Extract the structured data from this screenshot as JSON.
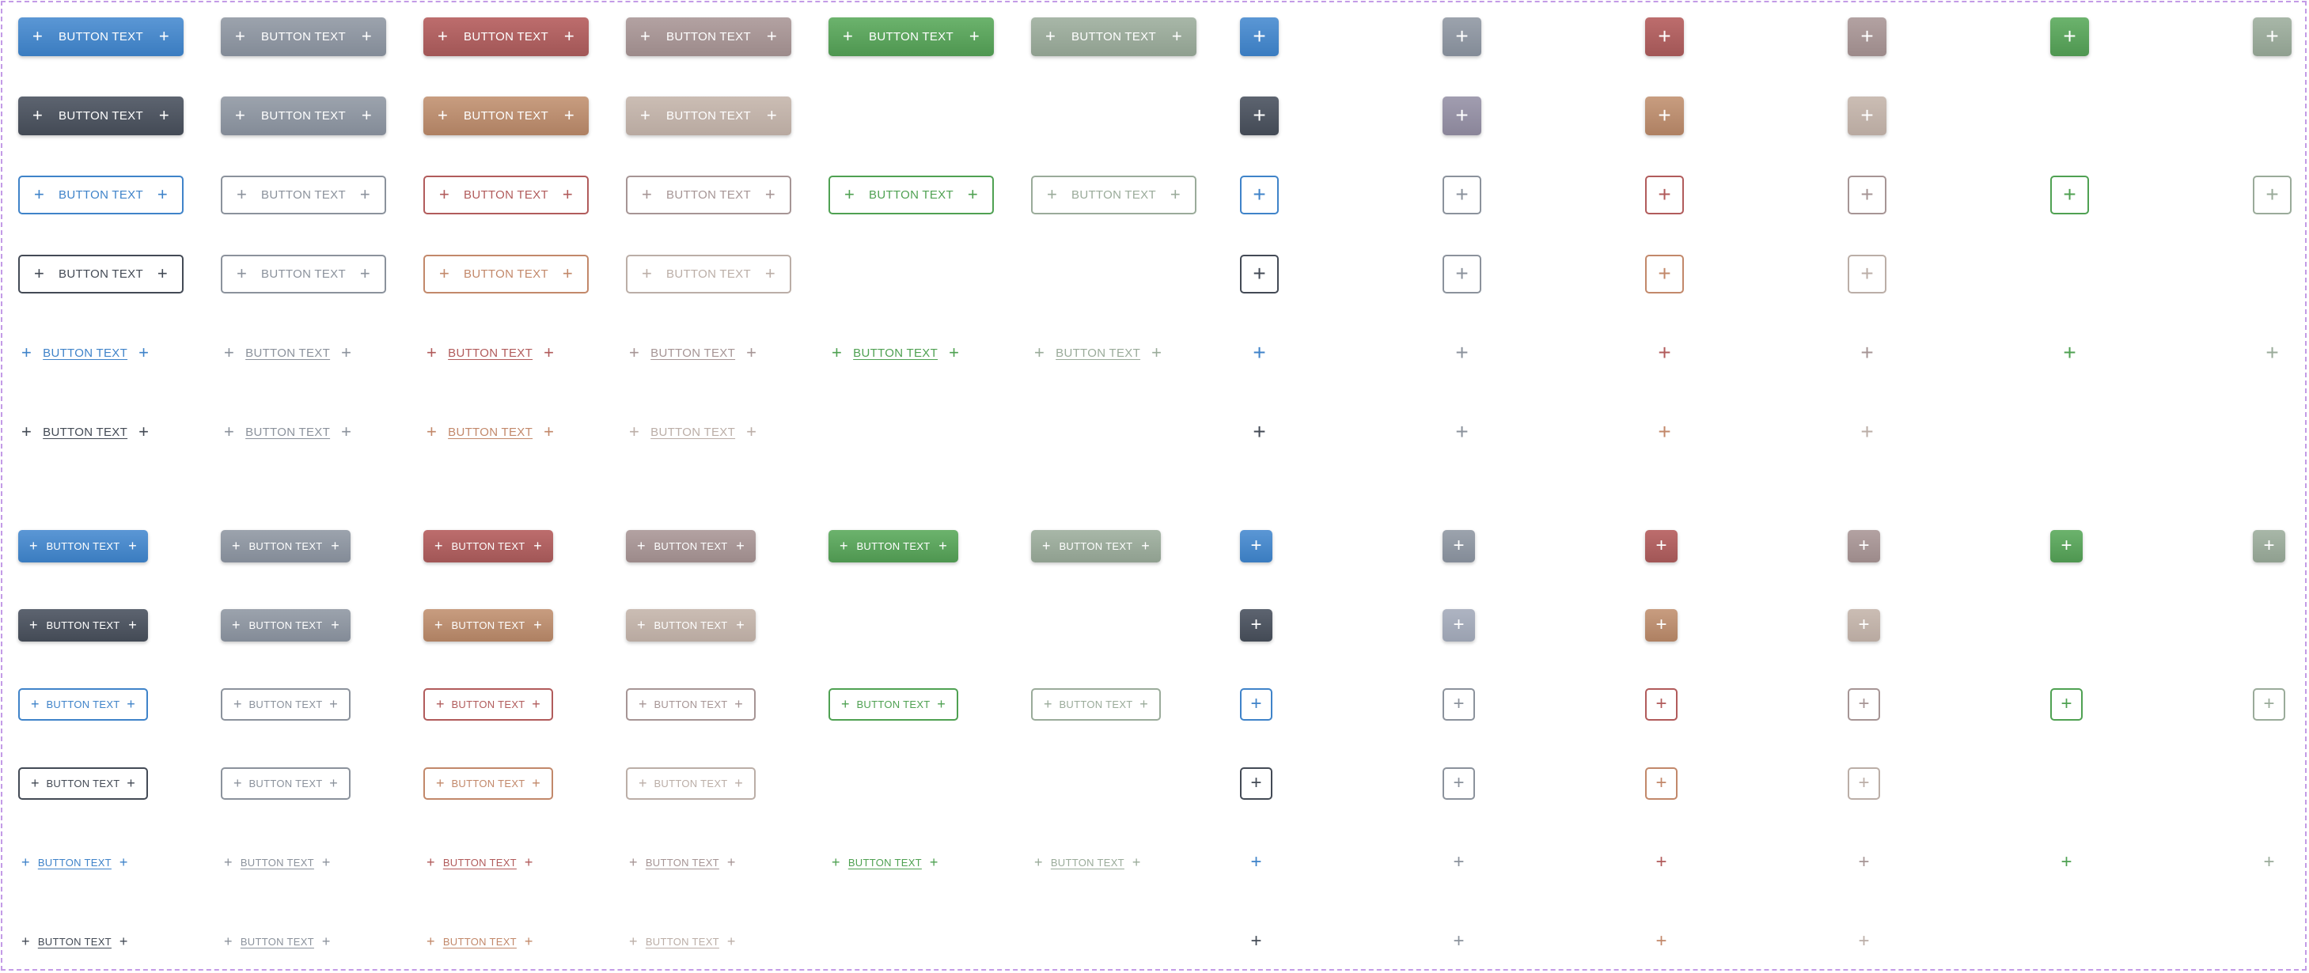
{
  "button_label": "BUTTON TEXT",
  "icon_glyph": "+",
  "icon": "plus-icon",
  "sets": [
    {
      "name": "large",
      "rows": [
        {
          "variant": "filled",
          "colors": [
            "blue",
            "gray",
            "red",
            "mauve",
            "green",
            "sage"
          ],
          "icon_colors": [
            "blue",
            "gray",
            "red",
            "mauve",
            "green",
            "sage"
          ]
        },
        {
          "variant": "filled",
          "colors": [
            "dark",
            "gray",
            "brown",
            "tan"
          ],
          "icon_colors": [
            "dark",
            "slate",
            "brown",
            "tan"
          ]
        },
        {
          "variant": "ghost",
          "colors": [
            "blue",
            "gray",
            "red",
            "mauve",
            "green",
            "sage"
          ],
          "icon_colors": [
            "blue",
            "gray",
            "red",
            "mauve",
            "green",
            "sage"
          ]
        },
        {
          "variant": "ghost",
          "colors": [
            "dark",
            "gray",
            "brown",
            "tan"
          ],
          "icon_colors": [
            "dark",
            "gray",
            "brown",
            "tan"
          ]
        },
        {
          "variant": "link",
          "colors": [
            "blue",
            "gray",
            "red",
            "mauve",
            "green",
            "sage"
          ],
          "icon_colors": [
            "blue",
            "gray",
            "red",
            "mauve",
            "green",
            "sage"
          ]
        },
        {
          "variant": "link",
          "colors": [
            "dark",
            "gray",
            "brown",
            "tan"
          ],
          "icon_colors": [
            "dark",
            "gray",
            "brown",
            "tan"
          ]
        }
      ]
    },
    {
      "name": "small",
      "rows": [
        {
          "variant": "filled",
          "colors": [
            "blue",
            "gray",
            "red",
            "mauve",
            "green",
            "sage"
          ],
          "icon_colors": [
            "blue",
            "gray",
            "red",
            "mauve",
            "green",
            "sage"
          ]
        },
        {
          "variant": "filled",
          "colors": [
            "dark",
            "gray",
            "brown",
            "tan"
          ],
          "icon_colors": [
            "dark",
            "lightgray",
            "brown",
            "tan"
          ]
        },
        {
          "variant": "ghost",
          "colors": [
            "blue",
            "gray",
            "red",
            "mauve",
            "green",
            "sage"
          ],
          "icon_colors": [
            "blue",
            "gray",
            "red",
            "mauve",
            "green",
            "sage"
          ]
        },
        {
          "variant": "ghost",
          "colors": [
            "dark",
            "gray",
            "brown",
            "tan"
          ],
          "icon_colors": [
            "dark",
            "gray",
            "brown",
            "tan"
          ]
        },
        {
          "variant": "link",
          "colors": [
            "blue",
            "gray",
            "red",
            "mauve",
            "green",
            "sage"
          ],
          "icon_colors": [
            "blue",
            "gray",
            "red",
            "mauve",
            "green",
            "sage"
          ]
        },
        {
          "variant": "link",
          "colors": [
            "dark",
            "gray",
            "brown",
            "tan"
          ],
          "icon_colors": [
            "dark",
            "gray",
            "brown",
            "tan"
          ]
        }
      ]
    }
  ],
  "palette": {
    "blue": {
      "top": "#5b97d5",
      "bottom": "#3a7cc0",
      "text": "#3f83c9"
    },
    "gray": {
      "top": "#9ca3ad",
      "bottom": "#838b97",
      "text": "#8b929c"
    },
    "red": {
      "top": "#bd6d6d",
      "bottom": "#a15656",
      "text": "#b15b5b"
    },
    "mauve": {
      "top": "#b3a2a2",
      "bottom": "#9c8a8a",
      "text": "#a69595"
    },
    "green": {
      "top": "#6cb36d",
      "bottom": "#4e9650",
      "text": "#4fa152"
    },
    "sage": {
      "top": "#a8b7a8",
      "bottom": "#8f9f8f",
      "text": "#9aab9a"
    },
    "dark": {
      "top": "#5d6470",
      "bottom": "#434a55",
      "text": "#434a55"
    },
    "brown": {
      "top": "#c89d80",
      "bottom": "#ae8062",
      "text": "#c2886a"
    },
    "tan": {
      "top": "#cbbdb4",
      "bottom": "#b8a9a0",
      "text": "#bbaea7"
    },
    "slate": {
      "top": "#a19db0",
      "bottom": "#8a8599",
      "text": "#8e899d"
    },
    "lightgray": {
      "top": "#aeb4c2",
      "bottom": "#9aa1b0",
      "text": "#a3a9b6"
    }
  }
}
